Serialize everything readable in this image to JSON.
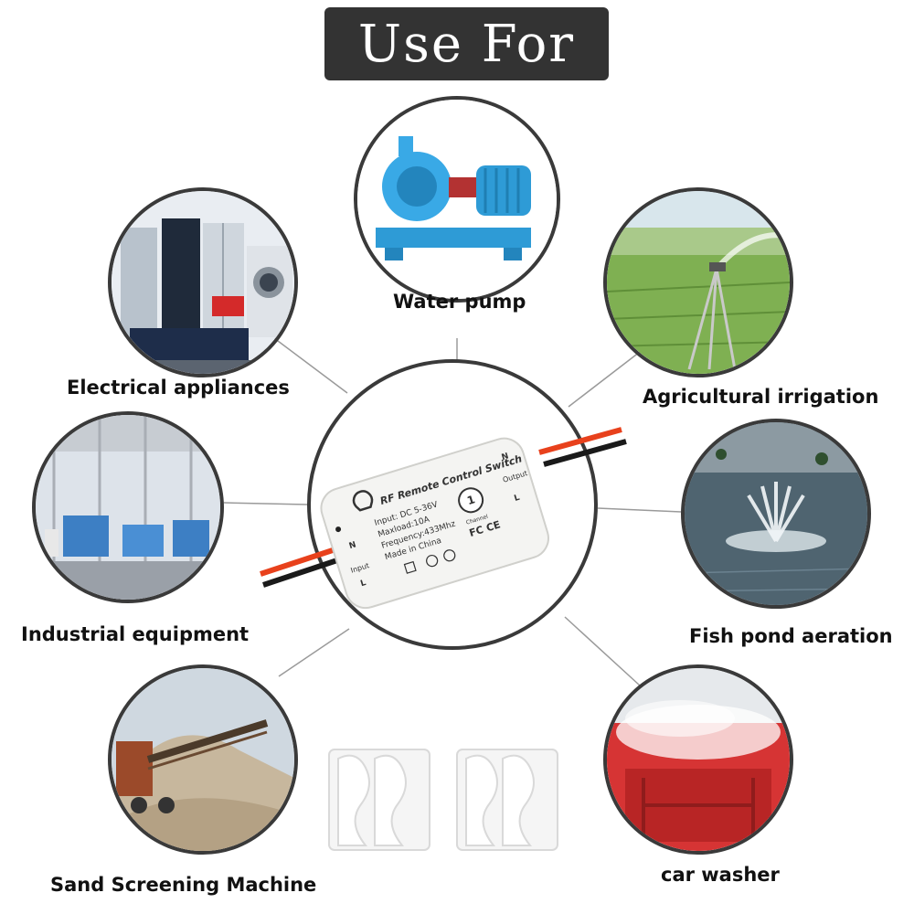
{
  "title": "Use For",
  "applications": {
    "water_pump": "Water pump",
    "electrical_appliances": "Electrical appliances",
    "agricultural_irrigation": "Agricultural irrigation",
    "industrial_equipment": "Industrial equipment",
    "fish_pond_aeration": "Fish pond aeration",
    "sand_screening_machine": "Sand Screening Machine",
    "car_washer": "car washer"
  },
  "device": {
    "name": "RF Remote Control Switch",
    "input": "Input: DC 5-36V",
    "maxload": "Maxload:10A",
    "frequency": "Frequency:433Mhz",
    "origin": "Made in China",
    "channel_number": "1",
    "channel_label": "Channel",
    "input_side": "Input",
    "output_side": "Output",
    "n_mark": "N",
    "l_mark": "L",
    "certs": "FC CE"
  },
  "colors": {
    "title_bg": "#333333",
    "circle_border": "#3a3a3a",
    "wire_red": "#e8411c",
    "wire_black": "#1a1a1a"
  }
}
